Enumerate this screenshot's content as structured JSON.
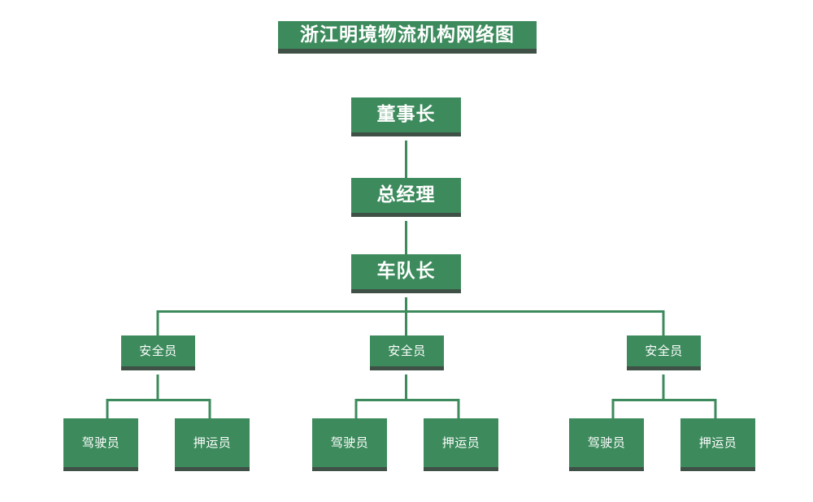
{
  "diagram": {
    "title": "浙江明境物流机构网络图",
    "line_color": "#3d8b5d",
    "box_color": "#3d8b5d",
    "shadow_color": "#3f5146",
    "text_color": "#ffffff",
    "background": "#ffffff"
  },
  "nodes": {
    "chairman": "董事长",
    "general_manager": "总经理",
    "fleet_captain": "车队长",
    "safety_1": "安全员",
    "safety_2": "安全员",
    "safety_3": "安全员",
    "driver_1": "驾驶员",
    "escort_1": "押运员",
    "driver_2": "驾驶员",
    "escort_2": "押运员",
    "driver_3": "驾驶员",
    "escort_3": "押运员"
  },
  "hierarchy": {
    "levels": [
      {
        "level": 1,
        "labels": [
          "董事长"
        ]
      },
      {
        "level": 2,
        "labels": [
          "总经理"
        ]
      },
      {
        "level": 3,
        "labels": [
          "车队长"
        ]
      },
      {
        "level": 4,
        "labels": [
          "安全员",
          "安全员",
          "安全员"
        ]
      },
      {
        "level": 5,
        "labels": [
          "驾驶员",
          "押运员",
          "驾驶员",
          "押运员",
          "驾驶员",
          "押运员"
        ]
      }
    ]
  }
}
